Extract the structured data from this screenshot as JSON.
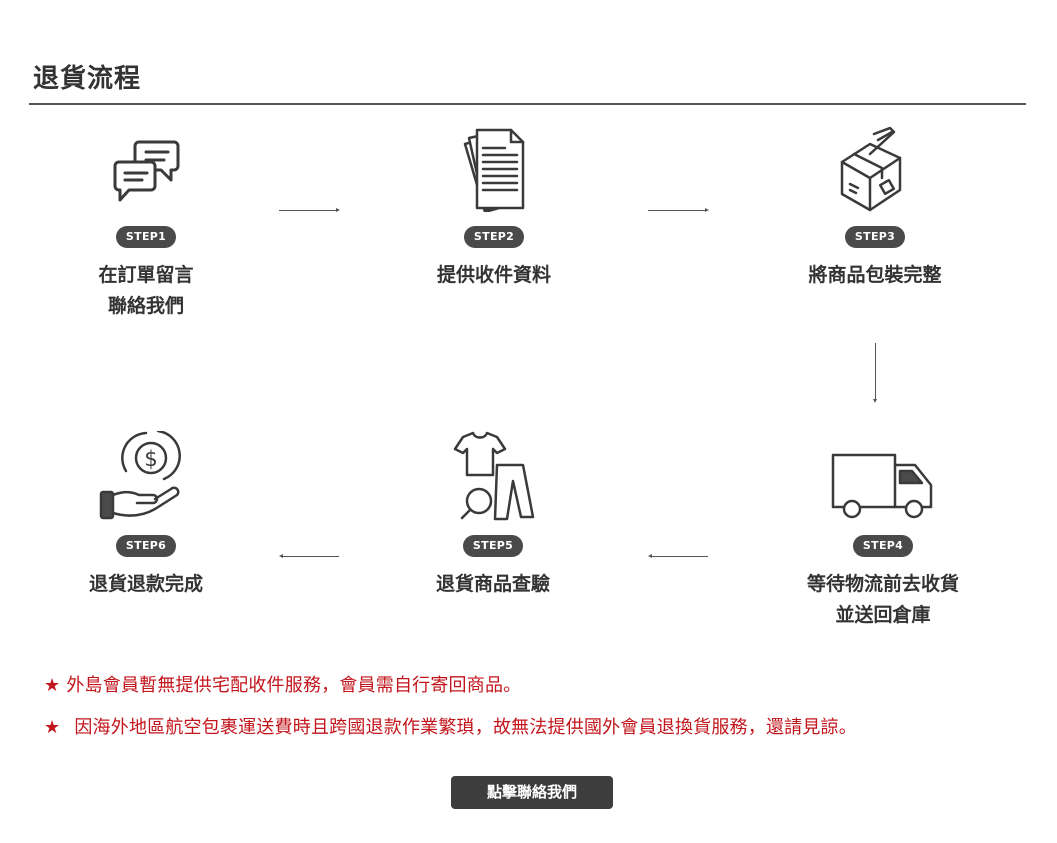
{
  "page": {
    "title": "退貨流程"
  },
  "steps": [
    {
      "badge": "STEP1",
      "label": "在訂單留言\n聯絡我們",
      "icon": "chat-bubbles-icon"
    },
    {
      "badge": "STEP2",
      "label": "提供收件資料",
      "icon": "documents-icon"
    },
    {
      "badge": "STEP3",
      "label": "將商品包裝完整",
      "icon": "box-icon"
    },
    {
      "badge": "STEP4",
      "label": "等待物流前去收貨\n並送回倉庫",
      "icon": "truck-icon"
    },
    {
      "badge": "STEP5",
      "label": "退貨商品查驗",
      "icon": "clothes-inspect-icon"
    },
    {
      "badge": "STEP6",
      "label": "退貨退款完成",
      "icon": "refund-hand-icon"
    }
  ],
  "notes": [
    {
      "star": "★",
      "text": "外島會員暫無提供宅配收件服務，會員需自行寄回商品。"
    },
    {
      "star": "★",
      "text": "因海外地區航空包裹運送費時且跨國退款作業繁瑣，故無法提供國外會員退換貨服務，還請見諒。"
    }
  ],
  "cta": {
    "label": "點擊聯絡我們"
  },
  "colors": {
    "text": "#333333",
    "badge": "#4a4a4a",
    "note": "#c3151c",
    "button": "#3d3d3d"
  }
}
